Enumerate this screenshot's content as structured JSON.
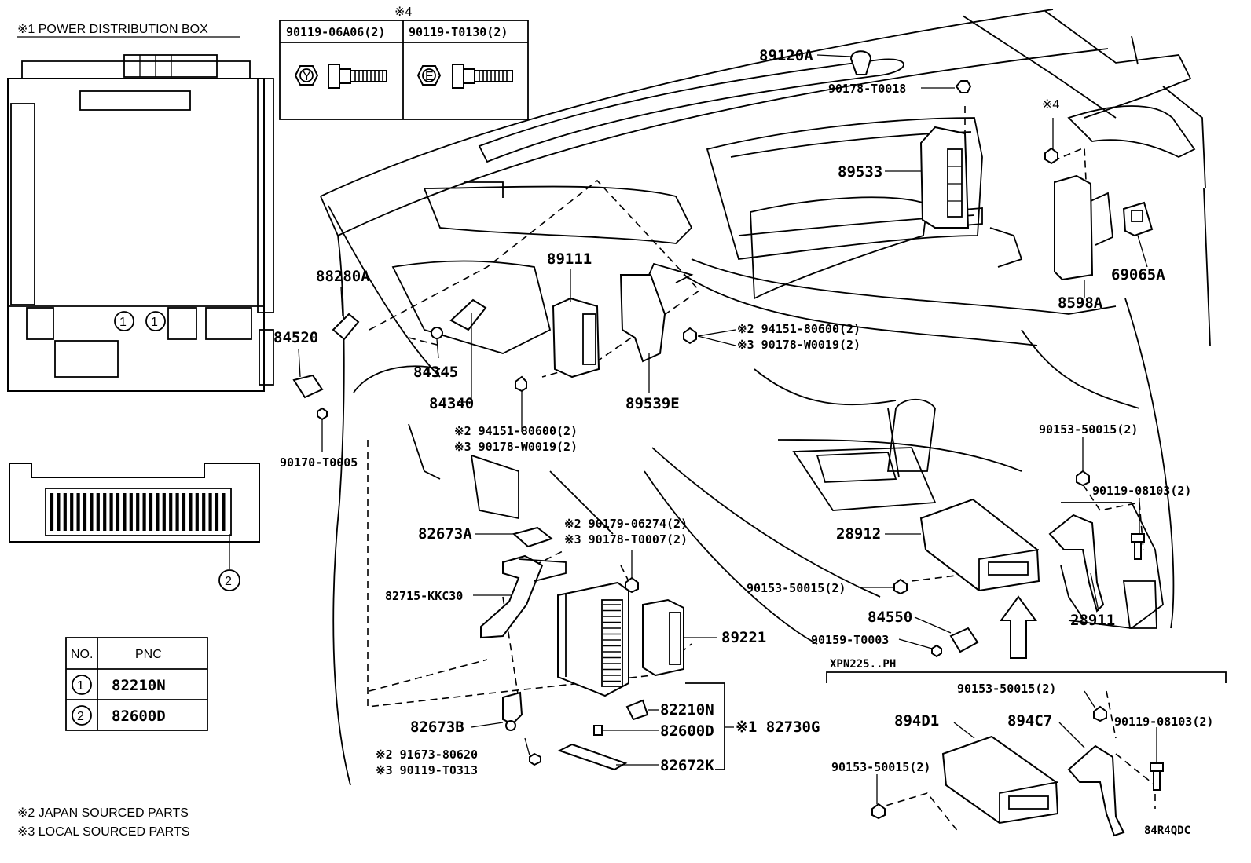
{
  "header": {
    "power_box_title": "※1  POWER DISTRIBUTION BOX",
    "fastener_note": "※4",
    "fastener_table": [
      {
        "part": "90119-06A06(2)",
        "mark": "Y"
      },
      {
        "part": "90119-T0130(2)",
        "mark": "E"
      }
    ]
  },
  "pnc_table": {
    "col_no": "NO.",
    "col_pnc": "PNC",
    "rows": [
      {
        "no": "1",
        "pnc": "82210N"
      },
      {
        "no": "2",
        "pnc": "82600D"
      }
    ]
  },
  "power_box": {
    "circle_1a": "1",
    "circle_1b": "1",
    "circle_2": "2"
  },
  "notes": {
    "japan": "※2 JAPAN SOURCED PARTS",
    "local": "※3 LOCAL SOURCED PARTS"
  },
  "variant_label": "XPN225..PH",
  "figure_code": "84R4QDC",
  "labels": {
    "p89120A": "89120A",
    "p90178T0018": "90178-T0018",
    "mark4": "※4",
    "p89533": "89533",
    "p69065A": "69065A",
    "p8598A": "8598A",
    "p88280A": "88280A",
    "p84520": "84520",
    "p89111": "89111",
    "p84345": "84345",
    "p84340": "84340",
    "p89539E": "89539E",
    "n2_9415180600_a": "※2 94151-80600(2)",
    "n3_90178W0019_a": "※3 90178-W0019(2)",
    "n2_9415180600_b": "※2 94151-80600(2)",
    "n3_90178W0019_b": "※3 90178-W0019(2)",
    "p90170T0005": "90170-T0005",
    "p9015350015_a": "90153-50015(2)",
    "p9011908103_a": "90119-08103(2)",
    "p28912": "28912",
    "p82673A": "82673A",
    "n2_9017906274": "※2 90179-06274(2)",
    "n3_90178T0007": "※3 90178-T0007(2)",
    "p82715KKC30": "82715-KKC30",
    "p9015350015_b": "90153-50015(2)",
    "p84550": "84550",
    "p90159T0003": "90159-T0003",
    "p28911": "28911",
    "p89221": "89221",
    "p82210N": "82210N",
    "p82600D": "82600D",
    "p82730G": "※1 82730G",
    "p82672K": "82672K",
    "p82673B": "82673B",
    "n2_9167380620": "※2 91673-80620",
    "n3_90119T0313": "※3 90119-T0313",
    "p9015350015_c": "90153-50015(2)",
    "p894D1": "894D1",
    "p894C7": "894C7",
    "p9011908103_b": "90119-08103(2)",
    "p9015350015_d": "90153-50015(2)"
  }
}
